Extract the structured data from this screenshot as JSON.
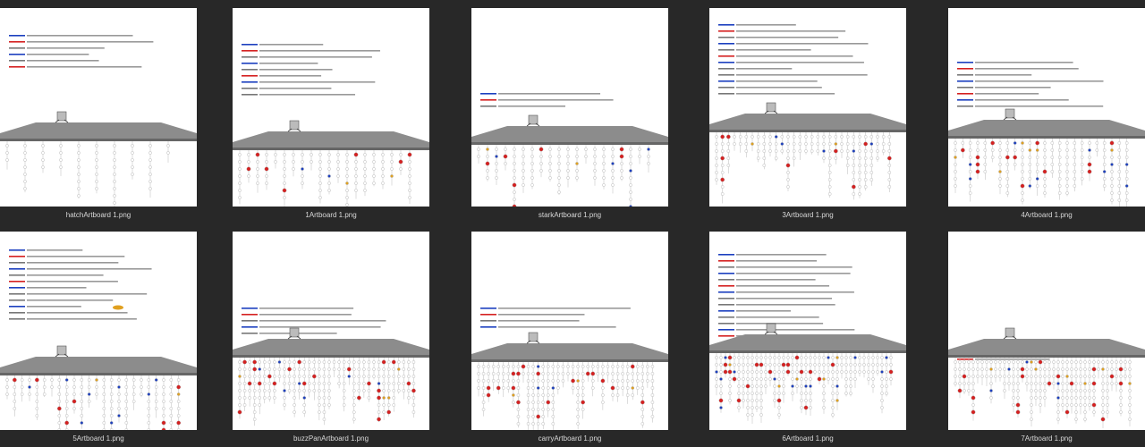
{
  "files": [
    {
      "name": "hatchArtboard 1.png"
    },
    {
      "name": "1Artboard 1.png"
    },
    {
      "name": "starkArtboard 1.png"
    },
    {
      "name": "3Artboard 1.png"
    },
    {
      "name": "4Artboard 1.png"
    },
    {
      "name": "5Artboard 1.png"
    },
    {
      "name": "buzzPanArtboard 1.png"
    },
    {
      "name": "carryArtboard 1.png"
    },
    {
      "name": "6Artboard 1.png"
    },
    {
      "name": "7Artboard 1.png"
    }
  ],
  "colors": {
    "background": "#282828",
    "caption": "#d8d8d8",
    "thumbnail": "#ffffff",
    "terrain": "#8c8c8c",
    "marker_red": "#d42020",
    "marker_blue": "#1c3fbf",
    "marker_orange": "#e0a020"
  }
}
